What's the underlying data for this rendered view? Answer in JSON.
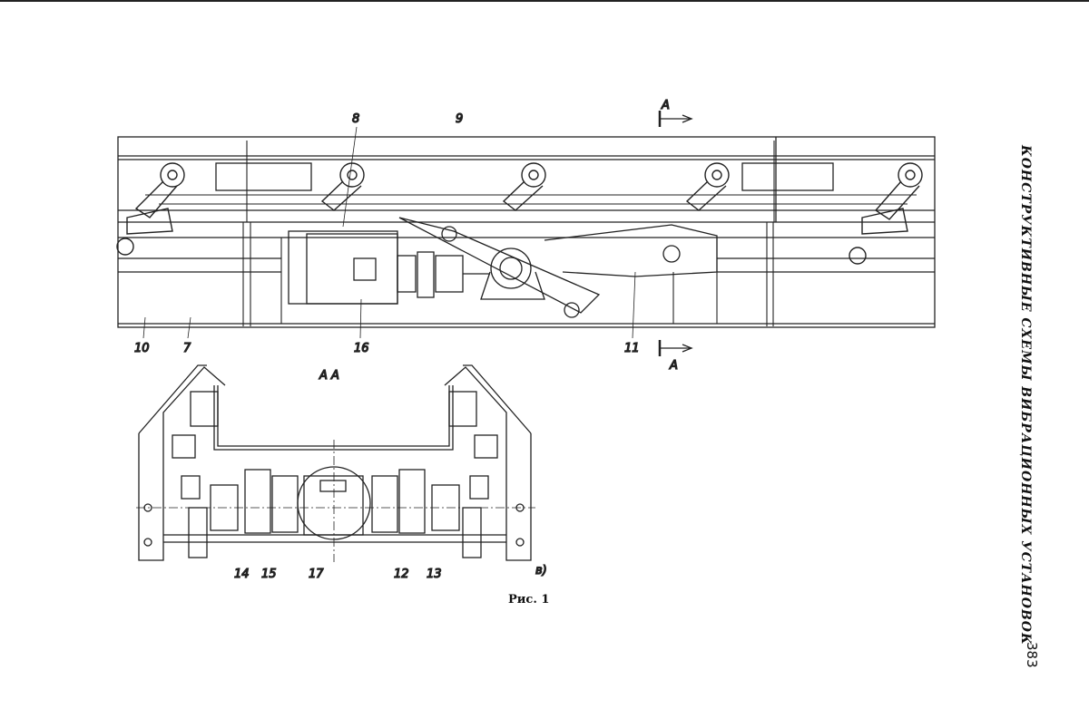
{
  "running_head": "КОНСТРУКТИВНЫЕ СХЕМЫ ВИБРАЦИОННЫХ УСТАНОВОК",
  "page_number": "383",
  "figure": {
    "caption": "Рис. 1",
    "section_marker_top": "А",
    "section_marker_bottom": "А",
    "section_title": "А А",
    "subfigure_label": "в)",
    "top_labels": {
      "l8": "8",
      "l9": "9",
      "l10": "10",
      "l7": "7",
      "l16": "16",
      "l11": "11"
    },
    "bottom_labels": {
      "l14": "14",
      "l15": "15",
      "l17": "17",
      "l12": "12",
      "l13": "13"
    }
  }
}
